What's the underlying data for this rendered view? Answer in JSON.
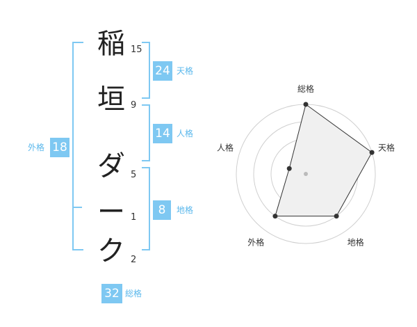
{
  "name_chars": [
    "稲",
    "垣",
    "ダ",
    "ー",
    "ク"
  ],
  "strokes": [
    "15",
    "9",
    "5",
    "1",
    "2"
  ],
  "fortunes": {
    "tenkaku": {
      "value": "24",
      "label": "天格"
    },
    "jinkaku": {
      "value": "14",
      "label": "人格"
    },
    "chikaku": {
      "value": "8",
      "label": "地格"
    },
    "gaikaku": {
      "value": "18",
      "label": "外格"
    },
    "soukaku": {
      "value": "32",
      "label": "総格"
    }
  },
  "chart_data": {
    "type": "radar",
    "axes": [
      "総格",
      "天格",
      "地格",
      "外格",
      "人格"
    ],
    "values": [
      4,
      4,
      3,
      3,
      1
    ],
    "rmax": 4,
    "rings": 4,
    "colors": {
      "fill": "#f0f0f0",
      "line": "#333333",
      "ring": "#cfcfcf",
      "center": "#bbbbbb"
    }
  }
}
